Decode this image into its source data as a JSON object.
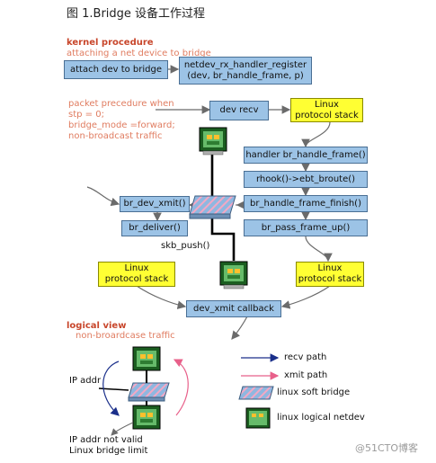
{
  "title": "图 1.Bridge 设备工作过程",
  "kernel": {
    "heading": "kernel procedure",
    "note": "attaching a net device to bridge",
    "attach_box": "attach dev to bridge",
    "register_box": "netdev_rx_handler_register\n(dev, br_handle_frame, p)"
  },
  "packet_note": "packet precedure when\nstp = 0;\nbridge_mode =forward;\nnon-broadcast traffic",
  "boxes": {
    "dev_recv": "dev recv",
    "linux_stack_top": "Linux\nprotocol stack",
    "handler": "handler br_handle_frame()",
    "rhook": "rhook()->ebt_broute()",
    "finish": "br_handle_frame_finish()",
    "pass_up": "br_pass_frame_up()",
    "dev_xmit": "br_dev_xmit()",
    "deliver": "br_deliver()",
    "skb_push": "skb_push()",
    "linux_stack_left": "Linux\nprotocol stack",
    "linux_stack_right": "Linux\nprotocol stack",
    "dev_xmit_callback": "dev_xmit callback"
  },
  "logical": {
    "heading": "logical view",
    "note": "non-broardcase traffic",
    "ip_addr": "IP addr",
    "ip_invalid": "IP addr not valid\nLinux bridge limit"
  },
  "legend": {
    "recv_path": "recv path",
    "xmit_path": "xmit path",
    "soft_bridge": "linux soft bridge",
    "logical_netdev": "linux logical netdev"
  },
  "watermark": "@51CTO博客",
  "colors": {
    "box_blue": "#9cc3e6",
    "box_yellow": "#ffff33",
    "heading_red": "#c8462b",
    "note_salmon": "#e07c60",
    "recv_arrow": "#1a2f8a",
    "xmit_arrow": "#e8608a",
    "flow_arrow": "#6b6b6b"
  }
}
